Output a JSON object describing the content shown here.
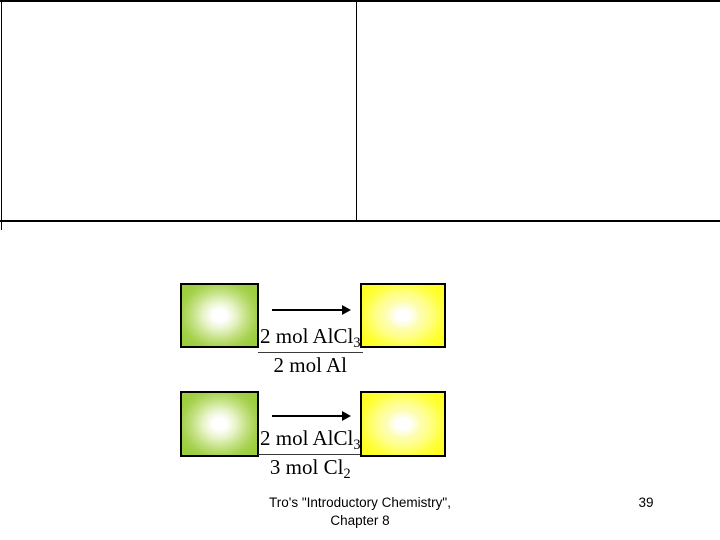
{
  "slide": {
    "panes": [
      {
        "name": "left-content-placeholder",
        "text": ""
      },
      {
        "name": "right-content-placeholder",
        "text": ""
      }
    ]
  },
  "diagram": {
    "rows": [
      {
        "source_box": {
          "icon": "green-sample-box",
          "color": "#9CCE3F"
        },
        "arrow": {
          "icon": "right-arrow-icon"
        },
        "factor": {
          "numerator_prefix": "2 mol AlCl",
          "numerator_sub": "3",
          "numerator_suffix": "",
          "denominator_prefix": "2 mol Al",
          "denominator_sub": "",
          "denominator_suffix": ""
        },
        "target_box": {
          "icon": "yellow-sample-box",
          "color": "#FFFF26"
        }
      },
      {
        "source_box": {
          "icon": "green-sample-box",
          "color": "#9CCE3F"
        },
        "arrow": {
          "icon": "right-arrow-icon"
        },
        "factor": {
          "numerator_prefix": "2 mol AlCl",
          "numerator_sub": "3",
          "numerator_suffix": "",
          "denominator_prefix": "3 mol Cl",
          "denominator_sub": "2",
          "denominator_suffix": ""
        },
        "target_box": {
          "icon": "yellow-sample-box",
          "color": "#FFFF26"
        }
      }
    ]
  },
  "footer": {
    "line1": "Tro's \"Introductory Chemistry\",",
    "line2": "Chapter 8",
    "page_number": "39"
  },
  "colors": {
    "green_edge": "#9CCE3F",
    "yellow_edge": "#FFFF26",
    "center_highlight": "#FFFFFF",
    "rule": "#000000",
    "text": "#000000"
  }
}
